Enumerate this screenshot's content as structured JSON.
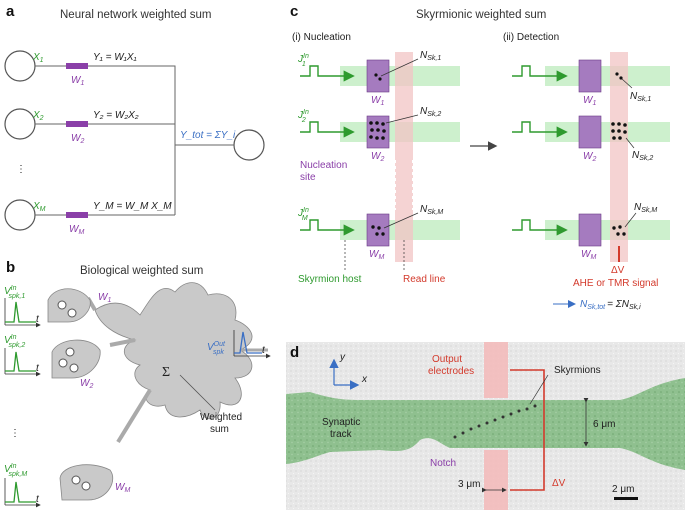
{
  "panels": {
    "a": "a",
    "b": "b",
    "c": "c",
    "d": "d"
  },
  "panel_a": {
    "title": "Neural network weighted sum",
    "x1": "X",
    "x1_sub": "1",
    "x2": "X",
    "x2_sub": "2",
    "xm": "X",
    "xm_sub": "M",
    "w1": "W",
    "w1_sub": "1",
    "w2": "W",
    "w2_sub": "2",
    "wm": "W",
    "wm_sub": "M",
    "eq1": "Y₁ = W₁X₁",
    "eq2": "Y₂ = W₂X₂",
    "eqm": "Y_M = W_M X_M",
    "dots": "⋮",
    "ytot": "Y_tot = ΣY_i"
  },
  "panel_b": {
    "title": "Biological weighted sum",
    "v1": "V",
    "v1_sup": "In",
    "v1_sub": "spk,1",
    "v2": "V",
    "v2_sup": "In",
    "v2_sub": "spk,2",
    "vm": "V",
    "vm_sup": "In",
    "vm_sub": "spk,M",
    "vout": "V",
    "vout_sup": "Out",
    "vout_sub": "spk",
    "t": "t",
    "sigma": "Σ",
    "w1": "W",
    "w1_sub": "1",
    "w2": "W",
    "w2_sub": "2",
    "wm": "W",
    "wm_sub": "M",
    "weighted_sum_1": "Weighted",
    "weighted_sum_2": "sum",
    "dots": "⋮"
  },
  "panel_c": {
    "title": "Skyrmionic weighted sum",
    "sub1": "(i) Nucleation",
    "sub2": "(ii) Detection",
    "j1": "J",
    "j1_sup": "In",
    "j1_sub": "1",
    "j2": "J",
    "j2_sup": "In",
    "j2_sub": "2",
    "jm": "J",
    "jm_sup": "In",
    "jm_sub": "M",
    "w1": "W",
    "w1_sub": "1",
    "w2": "W",
    "w2_sub": "2",
    "wm": "W",
    "wm_sub": "M",
    "n1": "N",
    "n1_sub": "Sk,1",
    "n2": "N",
    "n2_sub": "Sk,2",
    "nm": "N",
    "nm_sub": "Sk,M",
    "nucleation_1": "Nucleation",
    "nucleation_2": "site",
    "host": "Skyrmion host",
    "read_line": "Read line",
    "delta_v": "ΔV",
    "signal": "AHE or TMR signal",
    "ntot": "N",
    "ntot_sub": "Sk,tot",
    "ntot_eq": "= ΣN",
    "ntot_eq_sub": "Sk,i"
  },
  "panel_d": {
    "y": "y",
    "x": "x",
    "output_1": "Output",
    "output_2": "electrodes",
    "skyrmions": "Skyrmions",
    "synaptic_1": "Synaptic",
    "synaptic_2": "track",
    "width": "6 μm",
    "notch": "Notch",
    "gap": "3 μm",
    "delta_v": "ΔV",
    "scale": "2 μm"
  }
}
